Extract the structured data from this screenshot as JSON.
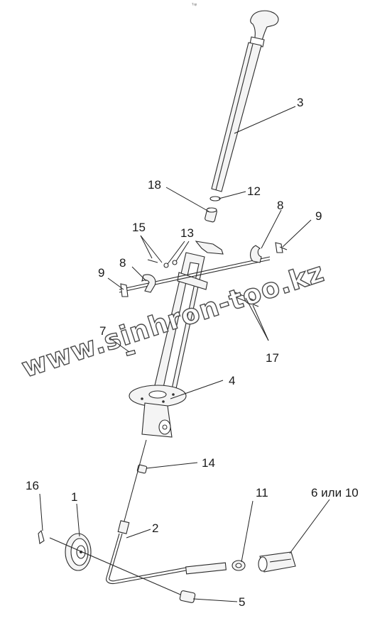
{
  "top_mark": "ᵀᵒᵖ",
  "watermark": "www.sinhron-too.kz",
  "callouts": [
    {
      "id": "3",
      "text": "3"
    },
    {
      "id": "18",
      "text": "18"
    },
    {
      "id": "12",
      "text": "12"
    },
    {
      "id": "8a",
      "text": "8"
    },
    {
      "id": "9a",
      "text": "9"
    },
    {
      "id": "15",
      "text": "15"
    },
    {
      "id": "13",
      "text": "13"
    },
    {
      "id": "8b",
      "text": "8"
    },
    {
      "id": "9b",
      "text": "9"
    },
    {
      "id": "7",
      "text": "7"
    },
    {
      "id": "17",
      "text": "17"
    },
    {
      "id": "4",
      "text": "4"
    },
    {
      "id": "14",
      "text": "14"
    },
    {
      "id": "16",
      "text": "16"
    },
    {
      "id": "1",
      "text": "1"
    },
    {
      "id": "11",
      "text": "11"
    },
    {
      "id": "6",
      "text": "6 или 10"
    },
    {
      "id": "2",
      "text": "2"
    },
    {
      "id": "5",
      "text": "5"
    }
  ]
}
